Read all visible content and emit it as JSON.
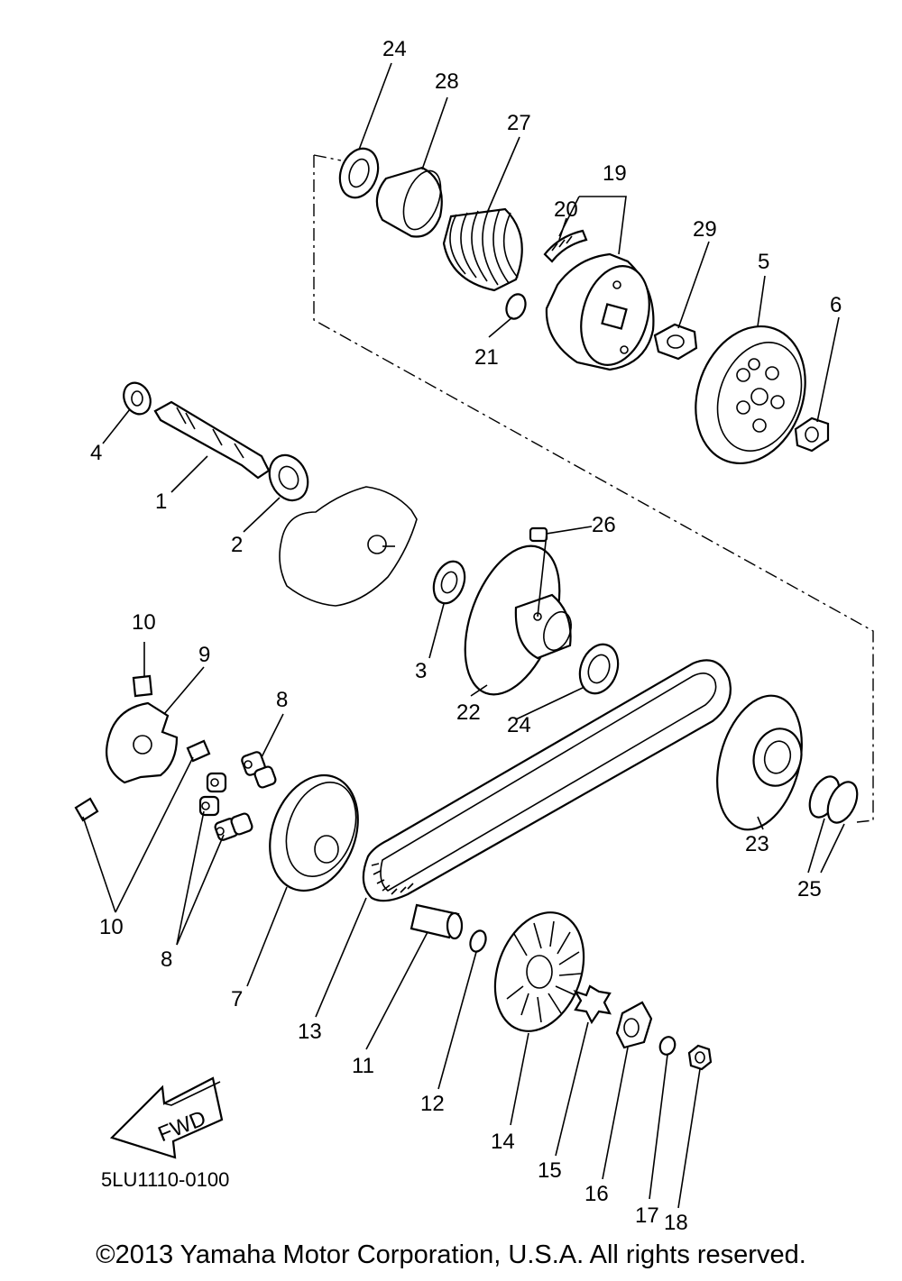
{
  "callouts": [
    "24",
    "28",
    "27",
    "19",
    "20",
    "29",
    "5",
    "6",
    "21",
    "4",
    "1",
    "2",
    "26",
    "3",
    "22",
    "24",
    "10",
    "9",
    "8",
    "10",
    "8",
    "7",
    "13",
    "11",
    "12",
    "14",
    "15",
    "16",
    "17",
    "18",
    "23",
    "25"
  ],
  "fwd_label": "FWD",
  "diagram_code": "5LU1110-0100",
  "copyright": "©2013 Yamaha Motor Corporation, U.S.A. All rights reserved."
}
